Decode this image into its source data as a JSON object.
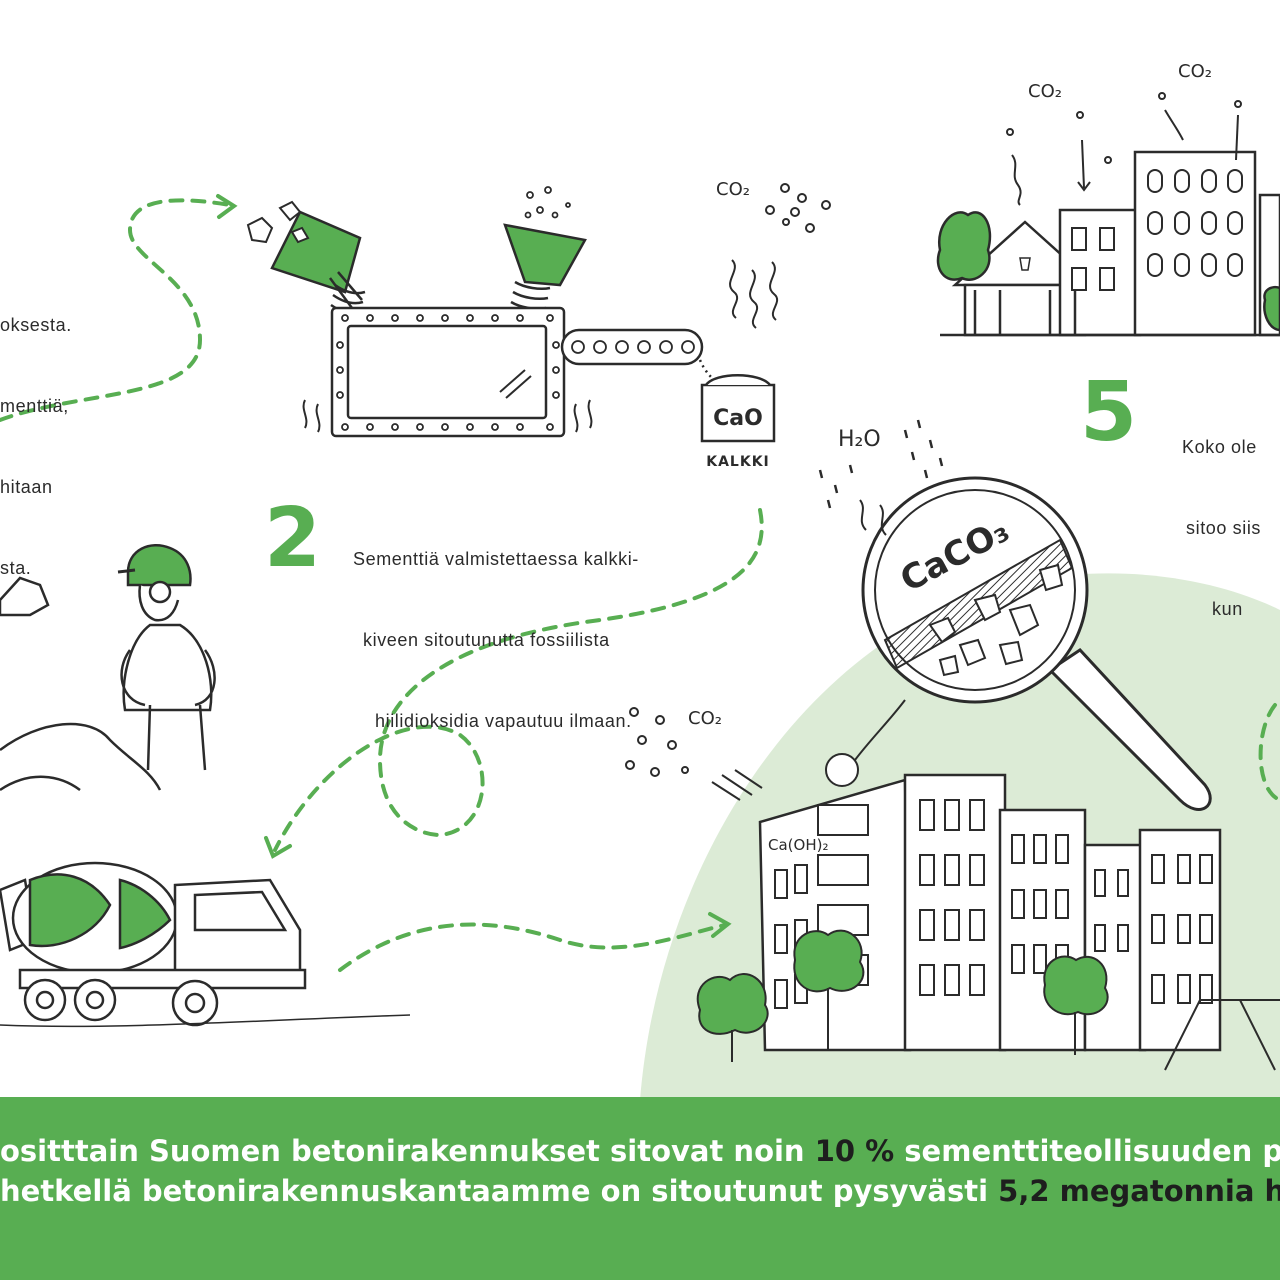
{
  "colors": {
    "accent": "#58ae52",
    "light_green": "#dcebd6",
    "ink": "#2b2b2b",
    "banner_text": "#ffffff",
    "highlight": "#1e1e1e"
  },
  "step1": {
    "lines": [
      "oksesta.",
      "menttiä,",
      "hitaan",
      "sta."
    ]
  },
  "step2": {
    "number": "2",
    "lines": [
      "Sementtiä valmistettaessa kalkki-",
      "kiveen sitoutunutta fossiilista",
      "hiilidioksidia vapautuu ilmaan."
    ]
  },
  "step5": {
    "number": "5",
    "lines": [
      "Koko ole",
      "sitoo siis",
      "kun"
    ]
  },
  "labels": {
    "cao": "CaO",
    "kalkki": "KALKKI",
    "co2": "CO₂",
    "h2o": "H₂O",
    "caco3": "CaCO₃",
    "caoh2": "Ca(OH)₂"
  },
  "banner": {
    "line1": {
      "pre": "ositttain Suomen betonirakennukset sitovat noin ",
      "highlight": "10 %",
      "post": " sementtiteollisuuden p"
    },
    "line2": {
      "pre": "hetkellä betonirakennuskantaamme on sitoutunut pysyvästi ",
      "highlight": "5,2 megatonnia h",
      "post": ""
    }
  }
}
